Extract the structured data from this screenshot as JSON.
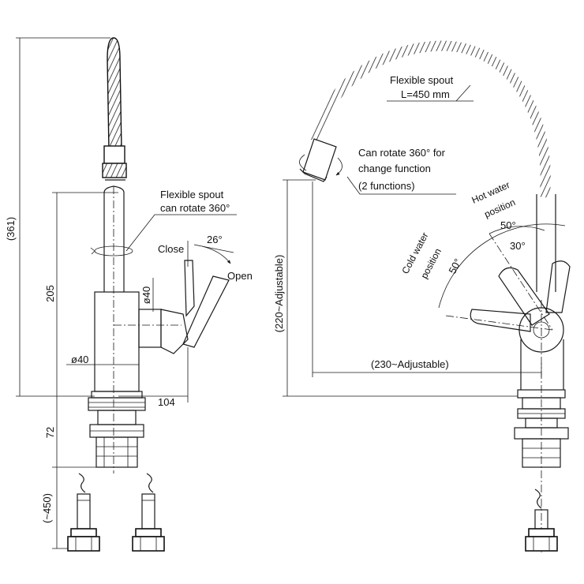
{
  "left_view": {
    "dim_total": "(361)",
    "dim_body": "205",
    "dim_base": "72",
    "dim_hose": "(~450)",
    "dim_reach": "104",
    "dim_diam_body": "ø40",
    "dim_diam_base": "ø40",
    "dim_angle": "26°",
    "label_flexible_line1": "Flexible spout",
    "label_flexible_line2": "can rotate 360°",
    "label_close": "Close",
    "label_open": "Open"
  },
  "right_view": {
    "spout_line1": "Flexible spout",
    "spout_line2": "L=450 mm",
    "rotate_line1": "Can rotate 360° for",
    "rotate_line2": "change function",
    "rotate_line3": "(2 functions)",
    "hot_line1": "Hot water",
    "hot_line2": "position",
    "cold_line1": "Cold water",
    "cold_line2": "position",
    "angle_hot": "50°",
    "angle_mid": "30°",
    "angle_cold": "50°",
    "dim_height": "(220~Adjustable)",
    "dim_reach": "(230~Adjustable)"
  }
}
